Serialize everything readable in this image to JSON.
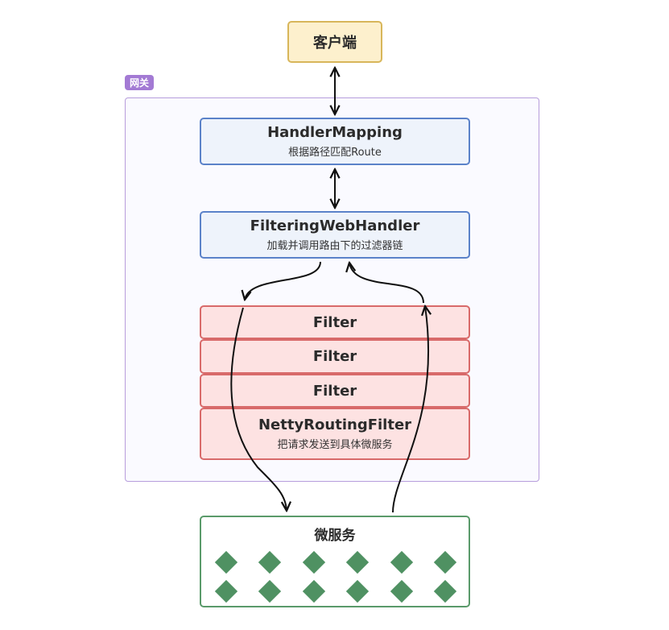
{
  "client": {
    "label": "客户端"
  },
  "gateway": {
    "label": "网关"
  },
  "handler_mapping": {
    "title": "HandlerMapping",
    "subtitle": "根据路径匹配Route"
  },
  "filtering_web_handler": {
    "title": "FilteringWebHandler",
    "subtitle": "加载并调用路由下的过滤器链"
  },
  "filters": [
    {
      "title": "Filter"
    },
    {
      "title": "Filter"
    },
    {
      "title": "Filter"
    }
  ],
  "netty_routing_filter": {
    "title": "NettyRoutingFilter",
    "subtitle": "把请求发送到具体微服务"
  },
  "microservices": {
    "title": "微服务",
    "instance_count": 12,
    "rows": 2,
    "cols": 6
  },
  "colors": {
    "client_fill": "#fdf0cd",
    "client_border": "#d8b65a",
    "gateway_label": "#a37ad4",
    "gateway_border": "#b79ddc",
    "handler_fill": "#eef3fb",
    "handler_border": "#5b82c9",
    "filter_fill": "#fde2e2",
    "filter_border": "#d86a6a",
    "service_border": "#5a9a6a",
    "service_instance": "#4f9162"
  }
}
